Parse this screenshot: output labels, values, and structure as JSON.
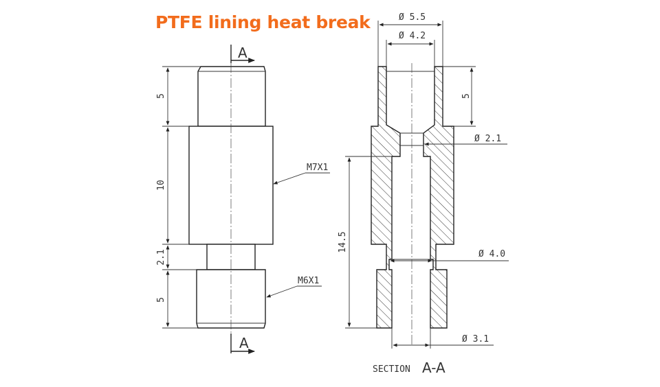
{
  "title": "PTFE lining heat break",
  "side_view": {
    "section_mark": "A",
    "dims": {
      "top_length": "5",
      "middle_length": "10",
      "neck_length": "2.1",
      "bottom_length": "5"
    },
    "threads": {
      "upper": "M7X1",
      "lower": "M6X1"
    }
  },
  "section_view": {
    "dims": {
      "outer_top_dia": "Ø 5.5",
      "inner_top_dia": "Ø 4.2",
      "top_depth": "5",
      "throat_dia": "Ø 2.1",
      "bore_length": "14.5",
      "neck_dia": "Ø 4.0",
      "bore_dia": "Ø 3.1"
    },
    "caption": "SECTION",
    "caption_mark": "A-A"
  },
  "colors": {
    "title": "#f26c1c",
    "line": "#222222"
  }
}
